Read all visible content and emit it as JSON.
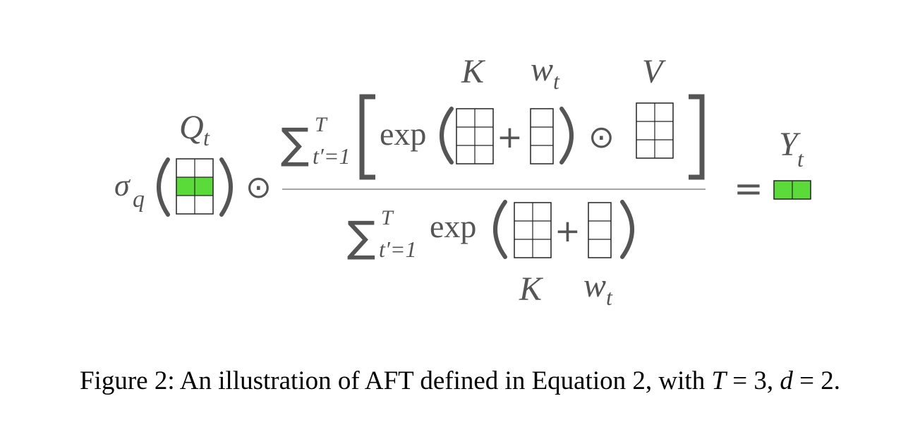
{
  "colors": {
    "ink": "#555555",
    "highlight": "#5adb3a",
    "grid_line": "#222222",
    "caption": "#000000"
  },
  "numerator": {
    "sum_symbol": "∑",
    "sum_upper": "T",
    "sum_lower": "t′=1",
    "exp": "exp",
    "plus": "+",
    "odot": "⊙",
    "label_k": "K",
    "label_w": "w",
    "label_w_sub": "t",
    "label_v": "V"
  },
  "denominator": {
    "sum_symbol": "∑",
    "sum_upper": "T",
    "sum_lower": "t′=1",
    "exp": "exp",
    "plus": "+",
    "label_k": "K",
    "label_w": "w",
    "label_w_sub": "t"
  },
  "left": {
    "sigma": "σ",
    "sigma_sub": "q",
    "label_q": "Q",
    "label_q_sub": "t",
    "odot": "⊙"
  },
  "right": {
    "equals": "=",
    "label_y": "Y",
    "label_y_sub": "t"
  },
  "caption": {
    "prefix": "Figure 2: An illustration of AFT defined in Equation 2, with ",
    "t_var": "T",
    "eq1": " = 3, ",
    "d_var": "d",
    "eq2": " = 2."
  }
}
